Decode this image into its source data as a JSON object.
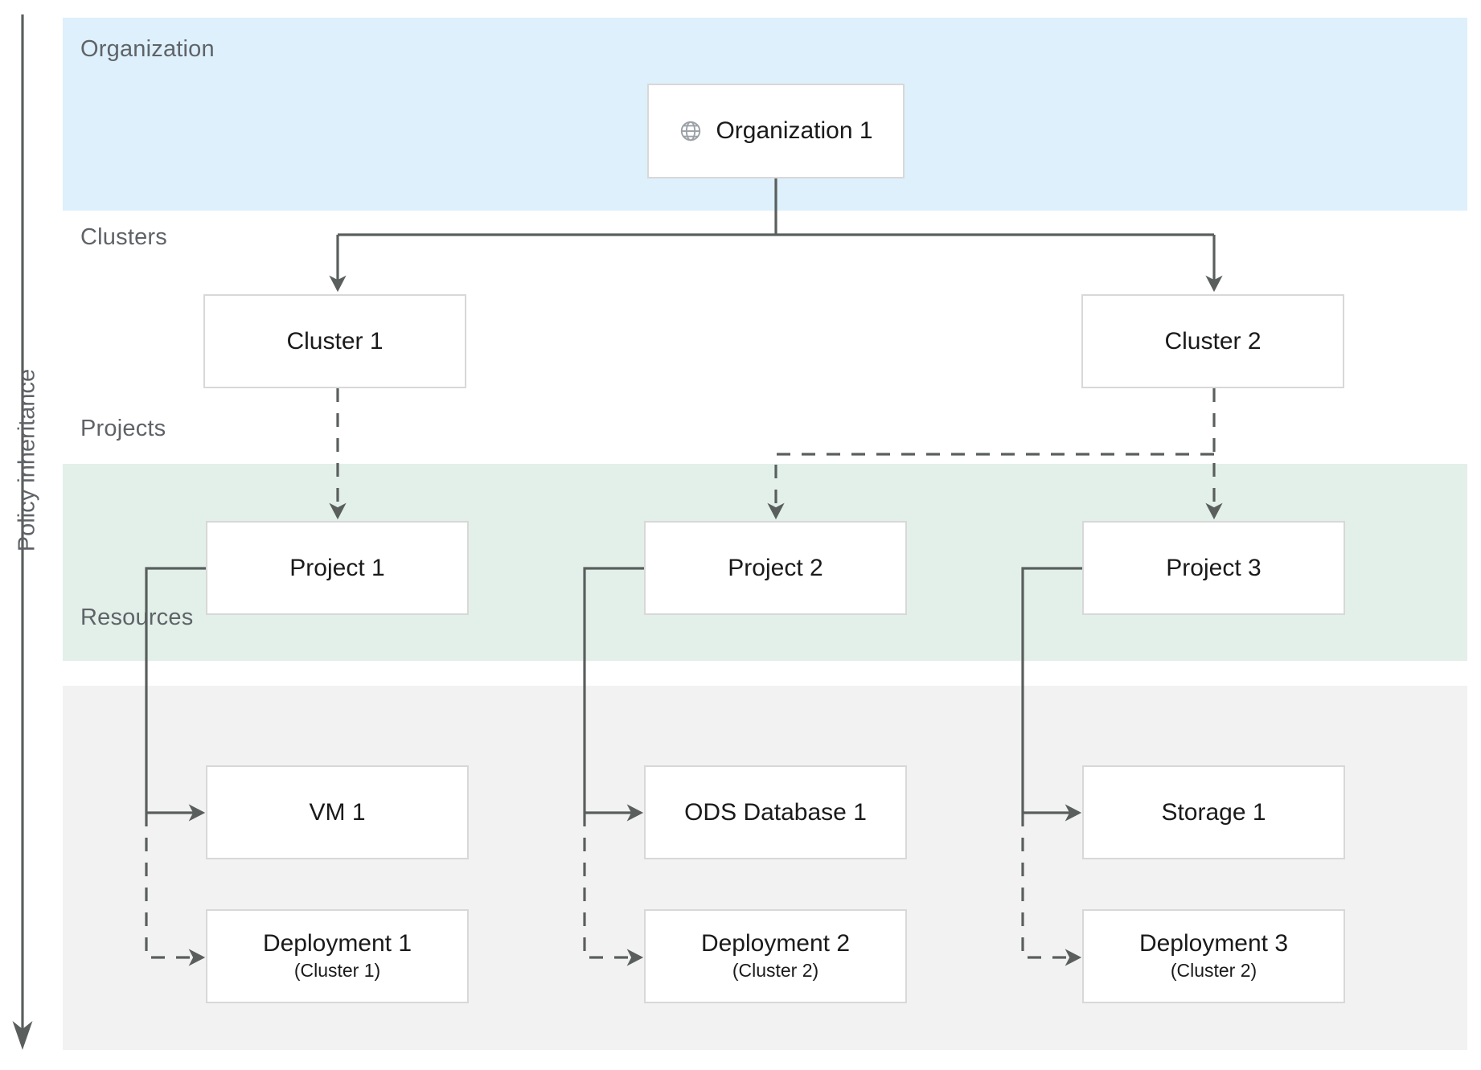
{
  "diagram": {
    "axis": {
      "label": "Policy inheritance",
      "icon": "down-arrow-icon"
    },
    "tiers": [
      {
        "key": "organization",
        "label": "Organization",
        "color": "#ddf0fb"
      },
      {
        "key": "clusters",
        "label": "Clusters",
        "color": "#ffffff"
      },
      {
        "key": "projects",
        "label": "Projects",
        "color": "#e2f0e9"
      },
      {
        "key": "resources",
        "label": "Resources",
        "color": "#f2f2f2"
      }
    ],
    "nodes": {
      "organization_1": {
        "label": "Organization 1",
        "icon": "globe-icon"
      },
      "cluster_1": {
        "label": "Cluster 1"
      },
      "cluster_2": {
        "label": "Cluster 2"
      },
      "project_1": {
        "label": "Project 1"
      },
      "project_2": {
        "label": "Project 2"
      },
      "project_3": {
        "label": "Project 3"
      },
      "vm_1": {
        "label": "VM 1"
      },
      "ods_db_1": {
        "label": "ODS Database 1"
      },
      "storage_1": {
        "label": "Storage 1"
      },
      "deployment_1": {
        "label": "Deployment 1",
        "sublabel": "(Cluster 1)"
      },
      "deployment_2": {
        "label": "Deployment 2",
        "sublabel": "(Cluster 2)"
      },
      "deployment_3": {
        "label": "Deployment 3",
        "sublabel": "(Cluster 2)"
      }
    },
    "edges": [
      {
        "from": "organization_1",
        "to": "cluster_1",
        "style": "solid"
      },
      {
        "from": "organization_1",
        "to": "cluster_2",
        "style": "solid"
      },
      {
        "from": "cluster_1",
        "to": "project_1",
        "style": "dashed"
      },
      {
        "from": "cluster_2",
        "to": "project_2",
        "style": "dashed"
      },
      {
        "from": "cluster_2",
        "to": "project_3",
        "style": "dashed"
      },
      {
        "from": "project_1",
        "to": "vm_1",
        "style": "solid"
      },
      {
        "from": "project_1",
        "to": "deployment_1",
        "style": "dashed"
      },
      {
        "from": "project_2",
        "to": "ods_db_1",
        "style": "solid"
      },
      {
        "from": "project_2",
        "to": "deployment_2",
        "style": "dashed"
      },
      {
        "from": "project_3",
        "to": "storage_1",
        "style": "solid"
      },
      {
        "from": "project_3",
        "to": "deployment_3",
        "style": "dashed"
      }
    ],
    "colors": {
      "band_organization": "#ddf0fb",
      "band_projects": "#e2f0e9",
      "band_resources": "#f2f2f2",
      "node_border": "#d8d8d8",
      "node_fill": "#ffffff",
      "connector": "#5a5f5e",
      "tier_label": "#5f6368",
      "node_text": "#1a1a1a"
    }
  }
}
